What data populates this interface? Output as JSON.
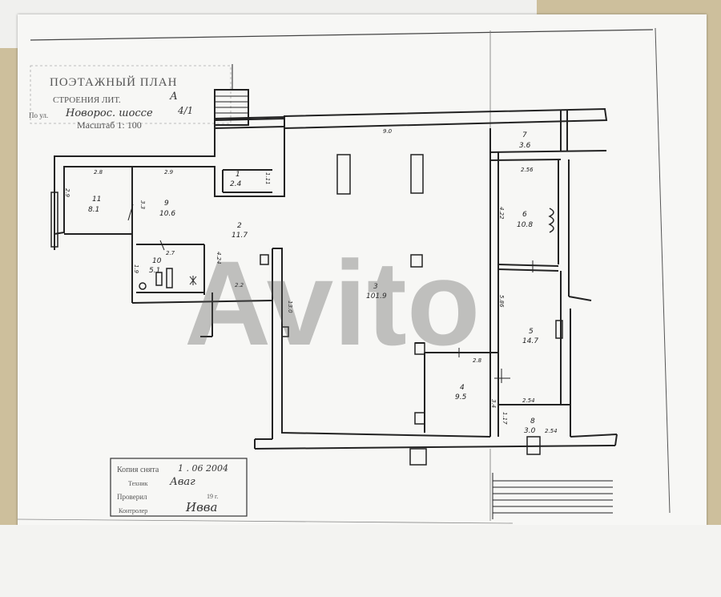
{
  "header": {
    "title": "ПОЭТАЖНЫЙ ПЛАН",
    "subtitle": "СТРОЕНИЯ ЛИТ.",
    "lit_value": "А",
    "address_prefix": "По ул.",
    "address_value": "Новорос. шоссе",
    "house_no": "4/1",
    "scale": "Масштаб 1: 100"
  },
  "stamp": {
    "line1_label": "Копия снята",
    "line1_value": "1 . 06 2004",
    "line2_label": "Техник",
    "line2_value": "Аваг",
    "line3_label": "Проверил",
    "line3_value": "19 г.",
    "line4_label": "Контролер",
    "line4_value": "Ивва"
  },
  "rooms": [
    {
      "no": "1",
      "area": "2.4"
    },
    {
      "no": "2",
      "area": "11.7"
    },
    {
      "no": "3",
      "area": "101.9"
    },
    {
      "no": "4",
      "area": "9.5"
    },
    {
      "no": "5",
      "area": "14.7"
    },
    {
      "no": "6",
      "area": "10.8"
    },
    {
      "no": "7",
      "area": "3.6"
    },
    {
      "no": "8",
      "area": "3.0"
    },
    {
      "no": "9",
      "area": "10.6"
    },
    {
      "no": "10",
      "area": "5.1"
    },
    {
      "no": "11",
      "area": "8.1"
    }
  ],
  "dimensions": {
    "top_long": "9.0",
    "left_vertical": "13.0",
    "r11_w": "2.8",
    "r11_h": "2.9",
    "r9_w": "2.9",
    "r9_h": "3.3",
    "r1_w": "1.11",
    "r10_w": "2.7",
    "r10_h": "1.9",
    "r2_h": "4.24",
    "r2_w": "2.2",
    "r6_w": "2.56",
    "r6_h": "4.22",
    "r5_h": "5.86",
    "r4_w": "2.8",
    "r4_h": "3.4",
    "r8_w_top": "2.54",
    "r8_w_bot": "2.54",
    "r8_h": "1.17"
  },
  "watermark": "Avito"
}
